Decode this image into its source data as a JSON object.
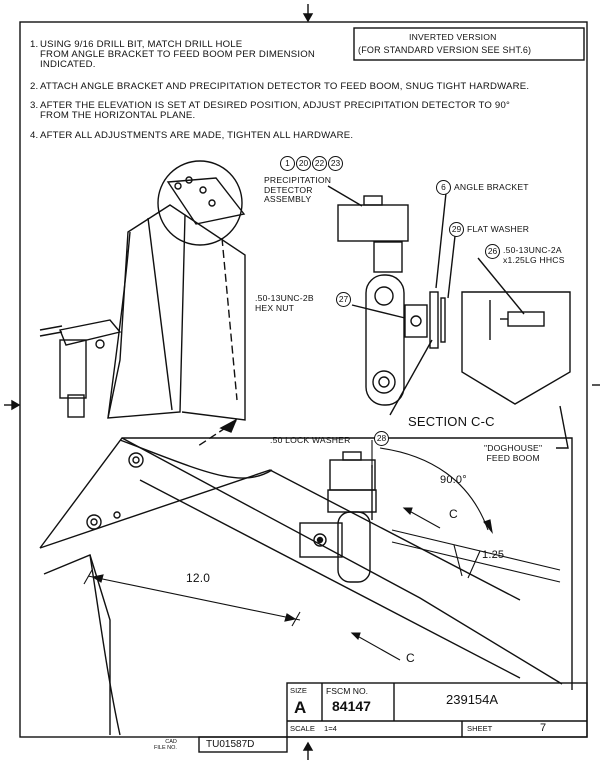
{
  "notes": [
    {
      "num": "1.",
      "text": "USING 9/16 DRILL BIT, MATCH DRILL HOLE\nFROM ANGLE BRACKET TO FEED BOOM PER DIMENSION\nINDICATED."
    },
    {
      "num": "2.",
      "text": "ATTACH ANGLE BRACKET AND PRECIPITATION DETECTOR TO FEED BOOM, SNUG TIGHT HARDWARE."
    },
    {
      "num": "3.",
      "text": "AFTER THE ELEVATION IS SET AT DESIRED POSITION, ADJUST PRECIPITATION DETECTOR TO 90°\nFROM THE HORIZONTAL PLANE."
    },
    {
      "num": "4.",
      "text": "AFTER ALL ADJUSTMENTS ARE MADE, TIGHTEN ALL HARDWARE."
    }
  ],
  "version_box": {
    "line1": "INVERTED VERSION",
    "line2": "(FOR STANDARD VERSION SEE SHT.6)"
  },
  "callouts": {
    "precip_balloons": [
      "1",
      "20",
      "22",
      "23"
    ],
    "precip_label": "PRECIPITATION\nDETECTOR\nASSEMBLY",
    "angle_bracket_num": "6",
    "angle_bracket_label": "ANGLE BRACKET",
    "flat_washer_num": "29",
    "flat_washer_label": "FLAT WASHER",
    "hhcs_num": "26",
    "hhcs_label": ".50-13UNC-2A\nx1.25LG HHCS",
    "hex_nut_num": "27",
    "hex_nut_label": ".50-13UNC-2B\nHEX NUT",
    "lock_washer_num": "28",
    "lock_washer_label": ".50 LOCK WASHER",
    "section_label": "SECTION C-C",
    "doghouse_label": "\"DOGHOUSE\"\nFEED BOOM"
  },
  "dimensions": {
    "angle": "90.0°",
    "offset": "1.25",
    "length": "12.0",
    "section_mark_upper": "C",
    "section_mark_lower": "C"
  },
  "title_block": {
    "size_label": "SIZE",
    "size_value": "A",
    "fscm_label": "FSCM NO.",
    "fscm_value": "84147",
    "drawing_no": "239154A",
    "scale_label": "SCALE",
    "scale_value": "1=4",
    "sheet_label": "SHEET",
    "sheet_value": "7",
    "cad_label": "CAD\nFILE NO.",
    "cad_value": "TU01587D"
  }
}
